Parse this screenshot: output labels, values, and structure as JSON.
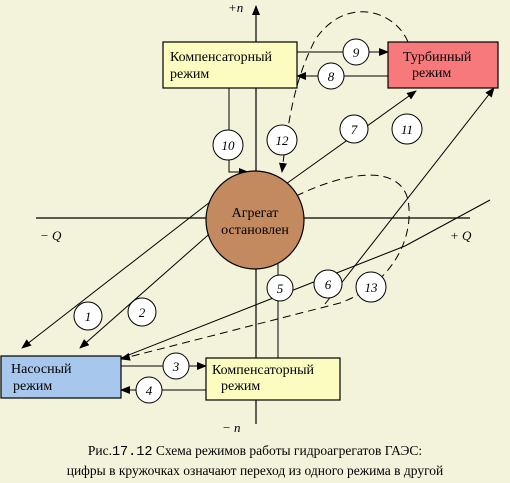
{
  "colors": {
    "background": "#f3f3dc",
    "compensator_fill": "#fcfcc0",
    "turbine_fill": "#f8797c",
    "pump_fill": "#a7c7ec",
    "stopped_fill": "#c48a5f"
  },
  "axes": {
    "plus_n": "+n",
    "minus_n": "− n",
    "plus_q": "+ Q",
    "minus_q": "− Q"
  },
  "nodes": {
    "comp_top": [
      "Компенсаторный",
      "режим"
    ],
    "turbine": [
      "Турбинный",
      "режим"
    ],
    "stopped": [
      "Агрегат",
      "остановлен"
    ],
    "pump": [
      "Насосный",
      "режим"
    ],
    "comp_bottom": [
      "Компенсаторный",
      "режим"
    ]
  },
  "transitions": [
    "1",
    "2",
    "3",
    "4",
    "5",
    "6",
    "7",
    "8",
    "9",
    "10",
    "11",
    "12",
    "13"
  ],
  "caption": {
    "prefix": "Рис.",
    "number": "17.12",
    "line1": " Схема режимов работы гидроагрегатов ГАЭС:",
    "line2": "цифры в кружочках означают переход из одного режима в другой"
  }
}
